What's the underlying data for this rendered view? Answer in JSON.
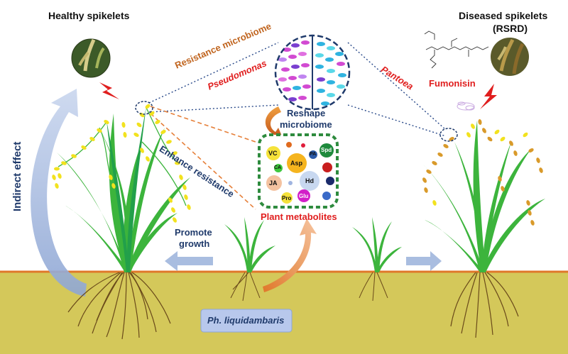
{
  "labels": {
    "healthy_spikelets": "Healthy spikelets",
    "diseased_spikelets": "Diseased spikelets",
    "rsrd": "(RSRD)",
    "resistance_microbiome": "Resistance microbiome",
    "pseudomonas": "Pseudomonas",
    "pantoea": "Pantoea",
    "fumonisin": "Fumonisin",
    "reshape_microbiome_1": "Reshape",
    "reshape_microbiome_2": "microbiome",
    "enhance_resistance": "Enhance resistance",
    "indirect_effect": "Indirect effect",
    "promote_growth_1": "Promote",
    "promote_growth_2": "growth",
    "plant_metabolites": "Plant metabolites",
    "ph_liquidambaris": "Ph. liquidambaris"
  },
  "metabolites": {
    "vc": "VC",
    "ca": "CA",
    "ja": "JA",
    "pro": "Pro",
    "asp": "Asp",
    "pa": "PA",
    "spd": "Spd",
    "hd": "Hd",
    "glu": "Glu"
  },
  "colors": {
    "ground": "#d4c85a",
    "ground_line": "#e0782a",
    "leaf": "#3cb43c",
    "spikelet_healthy": "#f2e21e",
    "spikelet_diseased": "#d99a2a",
    "arrow_blue": "#a9bde0",
    "arrow_orange": "#e6803a",
    "text_navy": "#1f3a6b",
    "text_red": "#e01e1e",
    "text_orange": "#c0641e",
    "metabolite_border": "#2e8b3e"
  }
}
